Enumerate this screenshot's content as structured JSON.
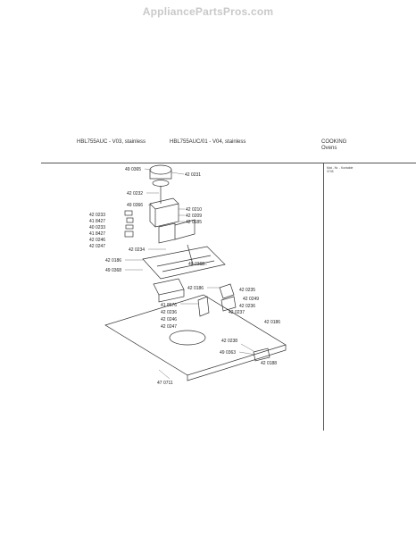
{
  "site": {
    "watermark": "AppliancePartsPros.com"
  },
  "header": {
    "model_1": "HBL755AUC - V03, stainless",
    "model_2": "HBL755AUC/01 - V04, stainless",
    "category": "COOKING",
    "subcategory": "Ovens"
  },
  "side_note": {
    "line_1": "Mat - Nr. - Kontakte",
    "line_2": "3745"
  },
  "parts": {
    "p_490365_top": "49 0365",
    "p_420231": "42 0231",
    "p_420232": "42 0232",
    "p_490366": "49 0366",
    "p_420210": "42 0210",
    "p_420209": "42 0209",
    "p_420185": "42 0185",
    "p_420233": "42 0233",
    "p_418427a": "41 8427",
    "p_400233": "40 0233",
    "p_418427b": "41 8427",
    "p_420246a": "42 0246",
    "p_420247a": "42 0247",
    "p_420234": "42 0234",
    "p_420186a": "42 0186",
    "p_490368a": "49 0368",
    "p_490368b": "49 0368",
    "p_420186b": "42 0186",
    "p_420235": "42 0235",
    "p_420249": "42 0249",
    "p_420236a": "42 0236",
    "p_420237": "42 0237",
    "p_418676": "41 8676",
    "p_420236b": "42 0236",
    "p_420246b": "42 0246",
    "p_420247b": "42 0247",
    "p_420186c": "42 0186",
    "p_420238": "42 0238",
    "p_490363": "49 0363",
    "p_420188": "42 0188",
    "p_470711": "47 0711"
  }
}
